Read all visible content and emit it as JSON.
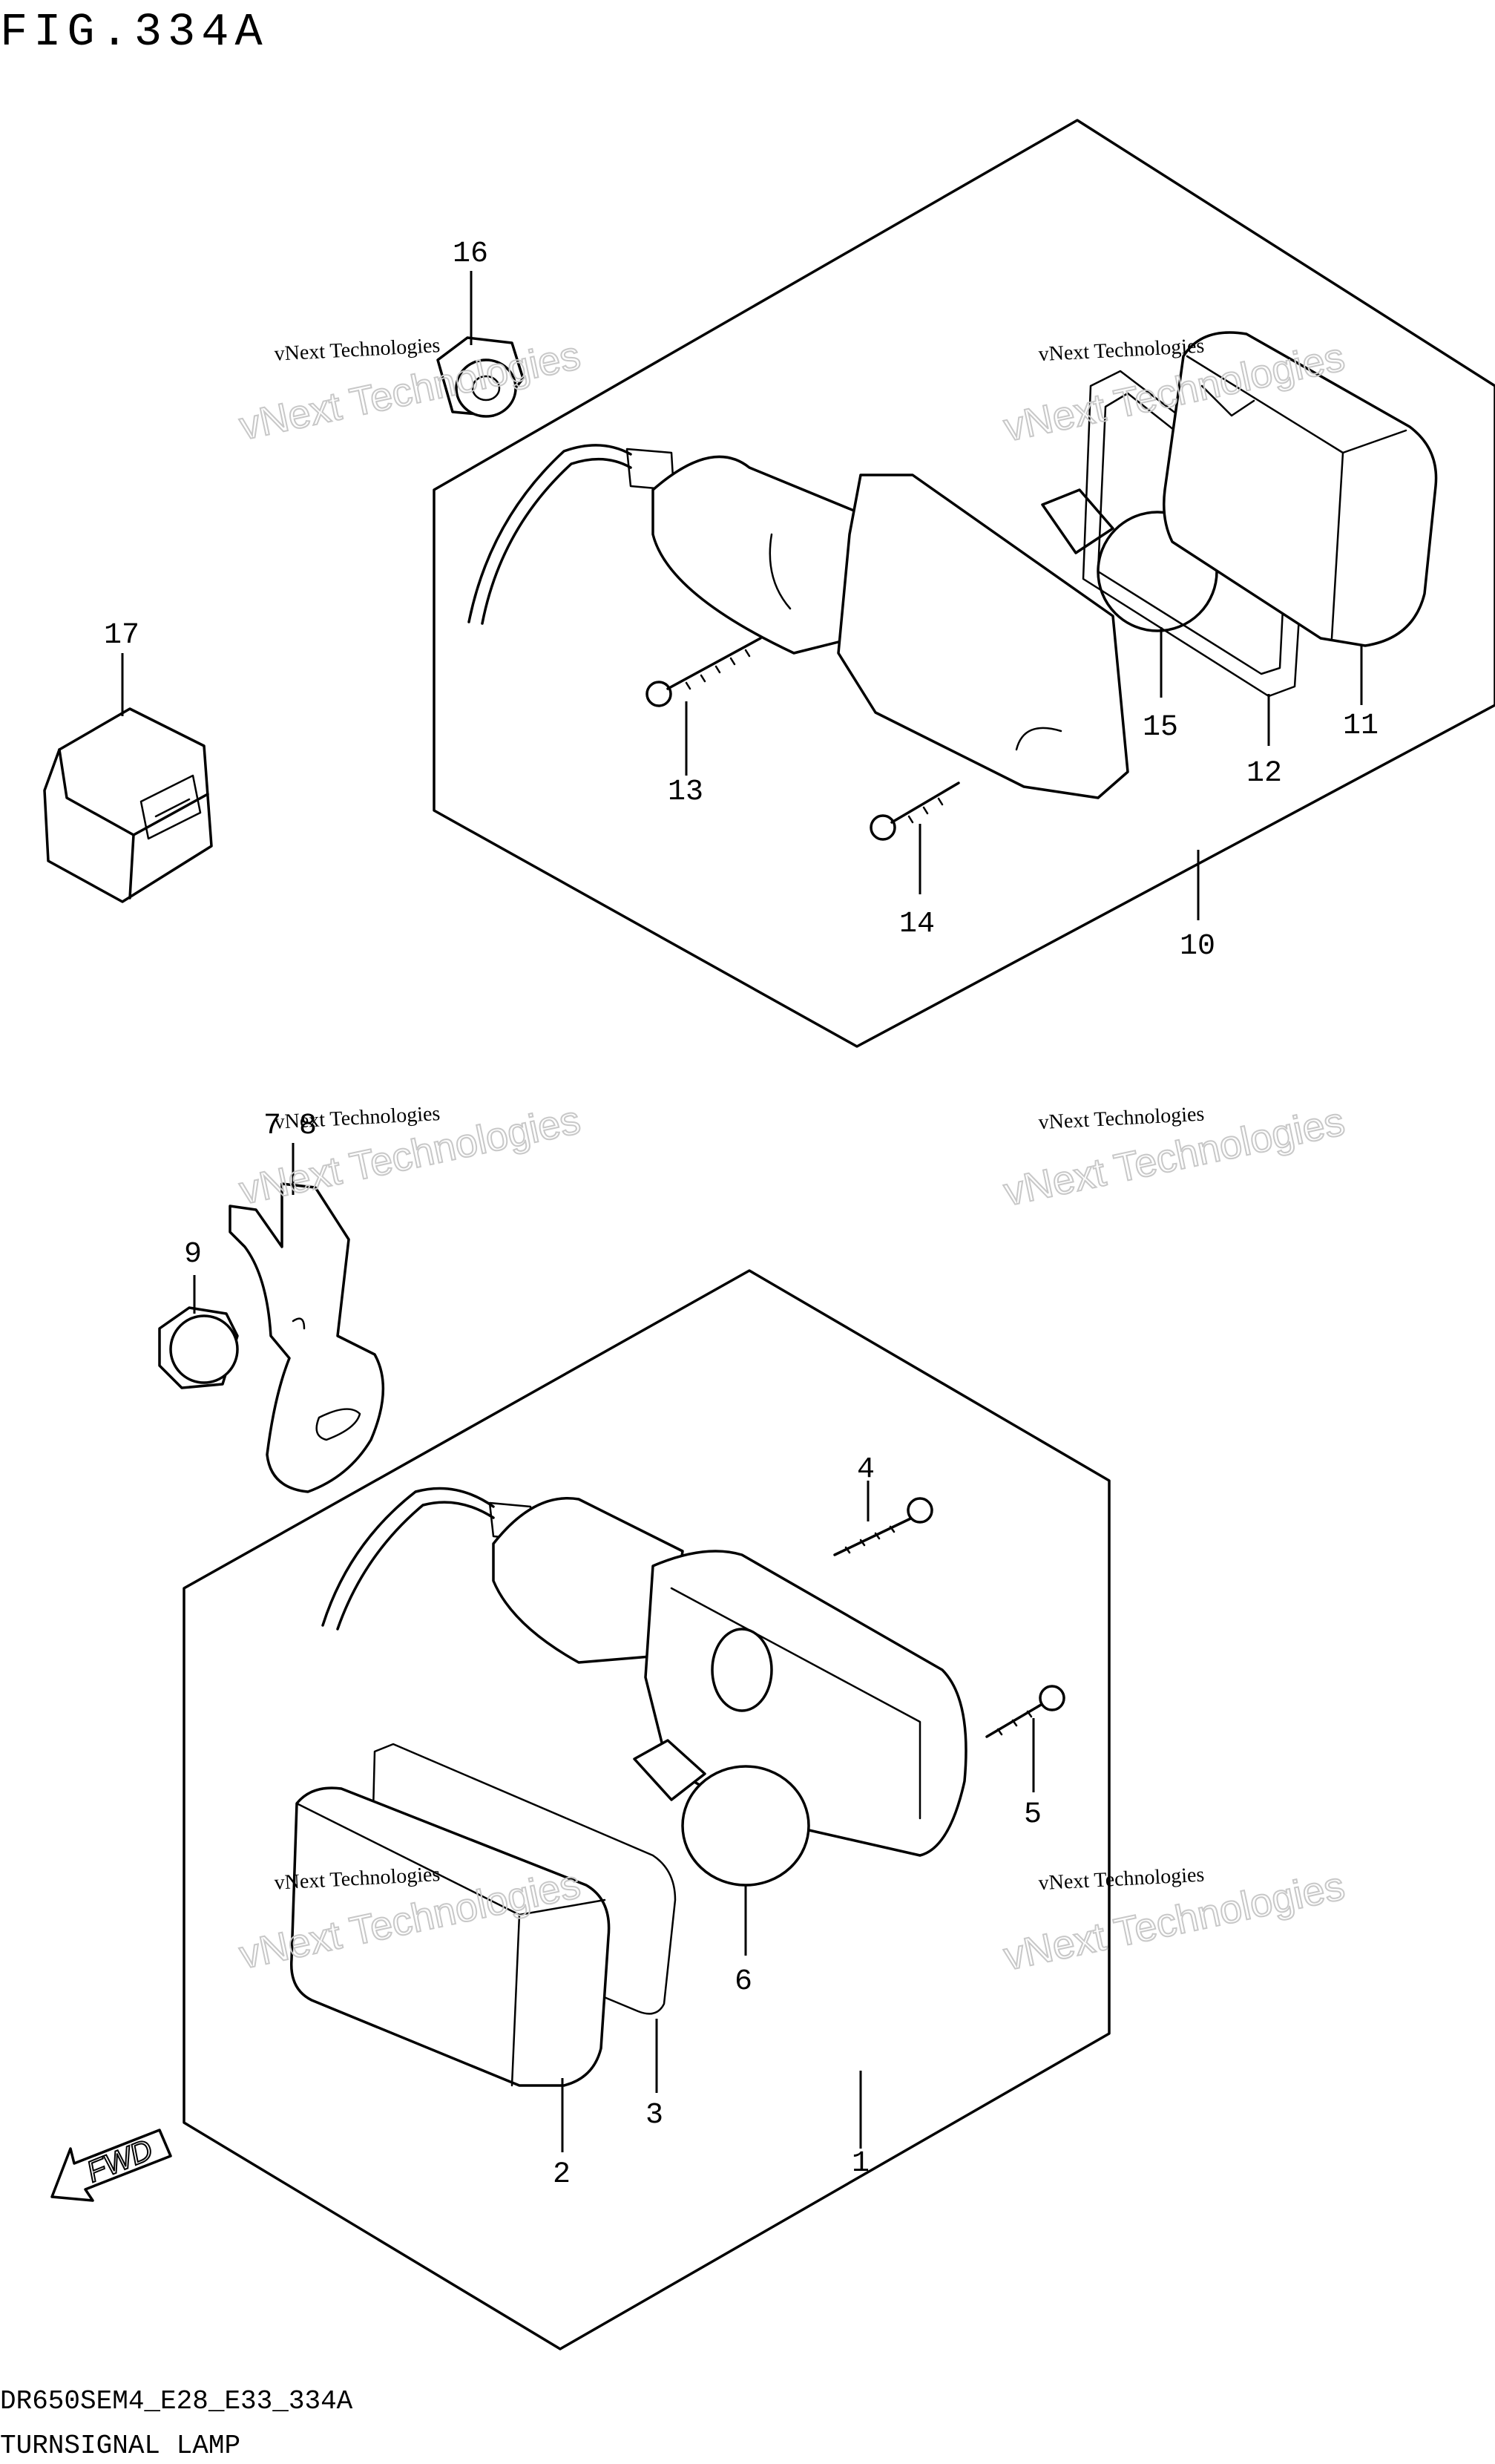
{
  "figure_title": "FIG.334A",
  "diagram_code": "DR650SEM4_E28_E33_334A",
  "diagram_name": "TURNSIGNAL LAMP",
  "fwd_label": "FWD",
  "watermark": {
    "line1": "vNext Technologies",
    "line2": "vNext Technologies"
  },
  "callouts": {
    "p1": "1",
    "p2": "2",
    "p3": "3",
    "p4": "4",
    "p5": "5",
    "p6": "6",
    "p78": "7  8",
    "p9": "9",
    "p10": "10",
    "p11": "11",
    "p12": "12",
    "p13": "13",
    "p14": "14",
    "p15": "15",
    "p16": "16",
    "p17": "17"
  }
}
